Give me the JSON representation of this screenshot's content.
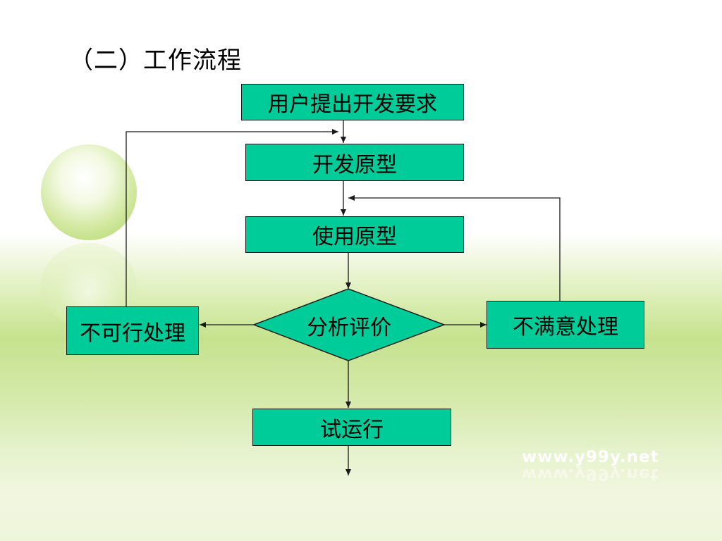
{
  "slide": {
    "title": "（二）工作流程"
  },
  "flowchart": {
    "nodes": {
      "request": "用户提出开发要求",
      "develop": "开发原型",
      "use": "使用原型",
      "evaluate": "分析评价",
      "infeasible": "不可行处理",
      "unsatisfied": "不满意处理",
      "trial": "试运行"
    },
    "node_fill": "#00cc99",
    "line_color": "#1a1a1a"
  },
  "watermark": {
    "text": "www.y99y.net"
  }
}
